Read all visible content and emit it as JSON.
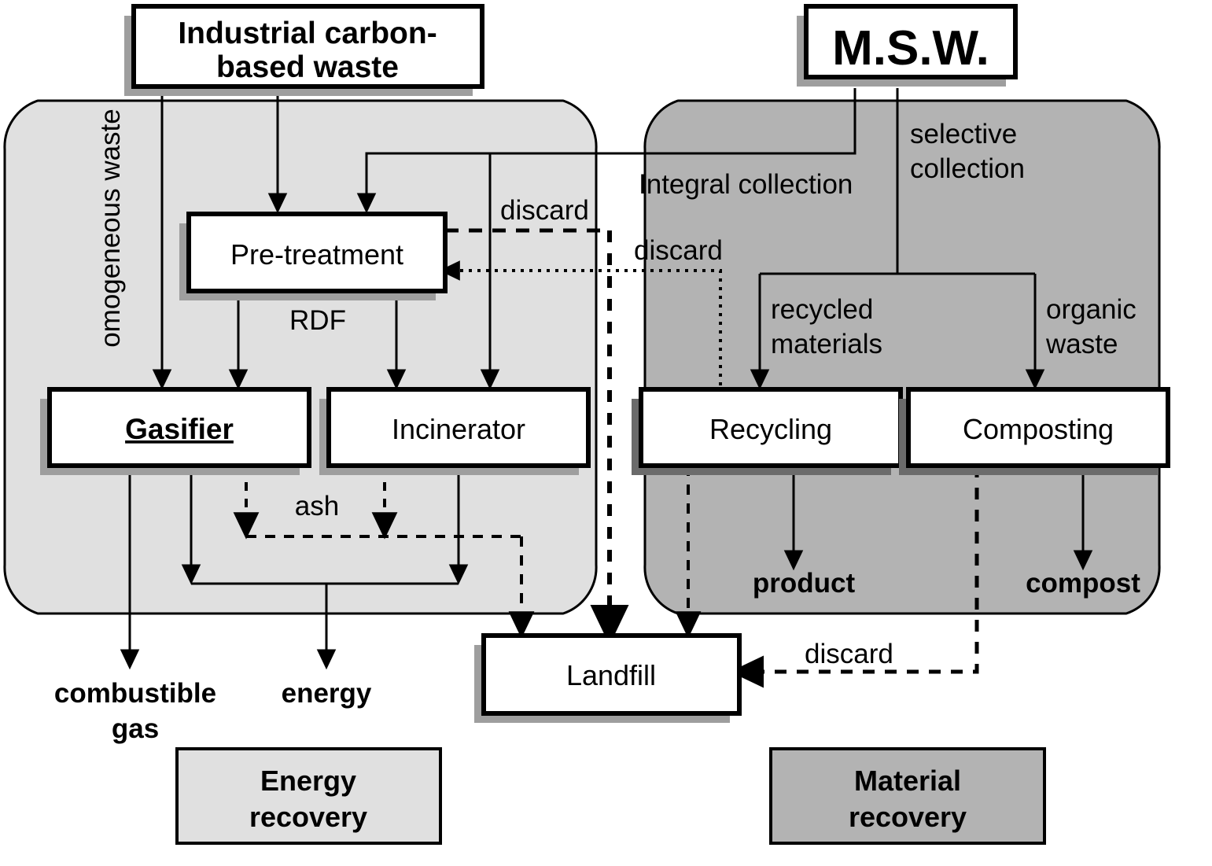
{
  "diagram": {
    "title_nodes": {
      "industrial_waste": "Industrial carbon-\nbased waste",
      "industrial_waste_line1": "Industrial carbon-",
      "industrial_waste_line2": "based waste",
      "msw": "M.S.W."
    },
    "process_nodes": {
      "pre_treatment": "Pre-treatment",
      "gasifier": "Gasifier",
      "incinerator": "Incinerator",
      "recycling": "Recycling",
      "composting": "Composting",
      "landfill": "Landfill"
    },
    "flow_labels": {
      "homogeneous_waste": "omogeneous waste",
      "discard_pretreatment": "discard",
      "discard_integral": "discard",
      "discard_composting": "discard",
      "rdf": "RDF",
      "ash": "ash",
      "integral_collection": "Integral collection",
      "selective_collection_line1": "selective",
      "selective_collection_line2": "collection",
      "recycled_materials_line1": "recycled",
      "recycled_materials_line2": "materials",
      "organic_waste_line1": "organic",
      "organic_waste_line2": "waste"
    },
    "output_labels": {
      "combustible_gas_line1": "combustible",
      "combustible_gas_line2": "gas",
      "energy": "energy",
      "product": "product",
      "compost": "compost"
    },
    "legend": {
      "energy_recovery_line1": "Energy",
      "energy_recovery_line2": "recovery",
      "material_recovery_line1": "Material",
      "material_recovery_line2": "recovery"
    },
    "colors": {
      "energy_panel": "#e0e0e0",
      "material_panel": "#b3b3b3",
      "box_fill": "#ffffff",
      "shadow_light": "#9e9e9e",
      "shadow_dark": "#6b6b6b",
      "stroke": "#000000"
    }
  }
}
